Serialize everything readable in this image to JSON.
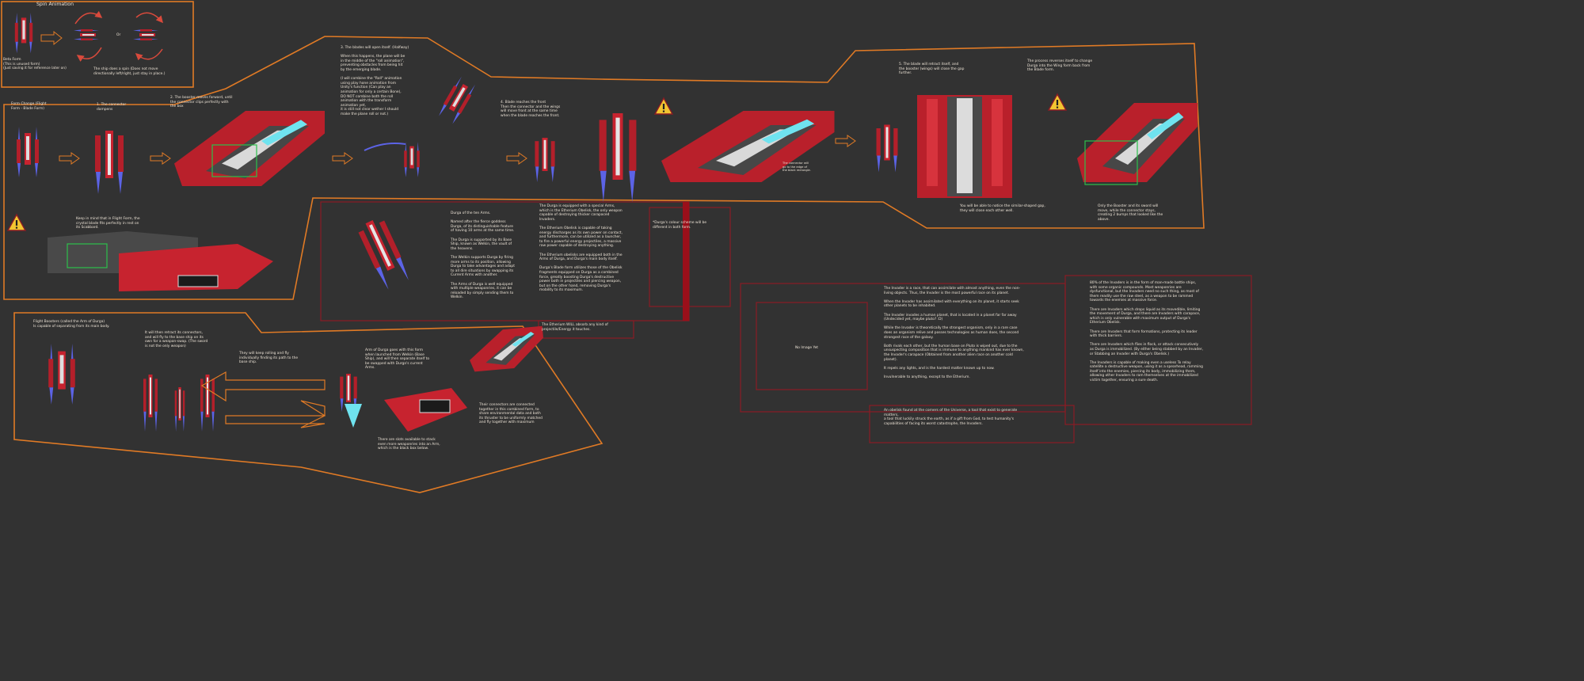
{
  "colors": {
    "background": "#323232",
    "orange_outline": "#e07a25",
    "red_outline": "#8a1c24",
    "ship_red": "#c7232f",
    "ship_blue": "#5c63e6",
    "ship_cyan": "#6fe3ef",
    "warn_yellow": "#f2c531",
    "green_outline": "#2cc04b"
  },
  "spin": {
    "title": "Spin Animation",
    "beta_form": "Beta Form\n(This is unused form)\n(Just saving it for reference later on)",
    "or": "Or",
    "spin_note": "The ship does a spin (Does not move\ndirectionally left/right, just stay in place.)"
  },
  "form_change": {
    "title": "Form Change (Flight\nForm - Blade Form)",
    "step1": "1. The connector\ndampens",
    "step2": "2. The booster moves forward, until\nthe connector clips perfectly with\nthe box",
    "step3": "3. The blades will open itself. (Halfway)\n\nWhen this happens, the plane will be\nin the middle of the \"roll animation\",\npreventing obstacles from being hit\nby the emerging blade.\n\n(I will combine the \"Roll\" animation\nusing play hone animation from\nUnity's function (Can play an\nanimation for only a certain Bone),\nDO NOT combine both the roll\nanimation with the transform\nanimation yet,\nit is still not clear wether I should\nmake the plane roll or not.)",
    "step4": "4. Blade reaches the front\nThen the connector and the wings\nwill move front at the same time\nwhen the blade reaches the front.",
    "connector_note": "The connector will\ngo to the edge of\nthe black rectangle.",
    "step5": "5. The blade will retract itself, and\nthe booster (wings) will close the gap\nfurther.",
    "process_reverse": "The process reverses itself to change\nDurga into the Wing form back from\nthe Blade form.",
    "gap_note": "You will be able to notice the similar-shaped gap,\nthey will close each other well.",
    "boosters_note": "Only the Booster and its sword will\nmove, while the connector stays,\ncreating 2 bumps that looked like the\nabove.",
    "flight_note": "Keep in mind that in Flight Form, the\ncrystal blade fits perfectly in rest on\nits Scabbard."
  },
  "arms_info": {
    "durga_col1": "Durga of the ten Arms.\n\nNamed after the fierce goddess\nDurga, of its distinguishable feature\nof having 10 arms at the same time.\n\nThe Durga is supported by its Base\nShip, known as Welkin, the vault of\nthe heavens.\n\nThe Welkin supports Durga by firing\nmore arms to its position, allowing\nDurga to take advantages and adapt\nto all dire situations by swapping its\nCurrent Arms with another.\n\nThe Arms of Durga is well equipped\nwith multiple weaponries, it can be\nreloaded by simply sending them to\nWelkin.",
    "durga_col2": "The Durga is equipped with a special Arms,\nwhich is the Etherium Obelisk, the only weapon\ncapable of destroying thicker carapaced\nInvaders.\n\nThe Etherium Obelisk is capable of taking\nenergy discharges as its own power on contact,\nand furthermore, can be utilized as a launcher,\nto fire a powerful energy projectiles, a massive\nraw power capable of destroying anything.\n\nThe Etherium obelisks are equipped both in the\nArms of Durga, and Durga's main body itself.\n\nDurga's Blade form utilizes those of the Obelisk\nfragments equipped on Durga as a combined\nforce, greatly boosting Durga's destructive\npower both in projectiles and piercing weapon,\nbut on the other hand, removing Durga's\nmobility to its maximum.",
    "etherium_absorb": "The Etherium WILL absorb any kind of\nprojectile/Energy it touches.",
    "color_scheme": "*Durga's colour scheme will be\ndifferent in both form."
  },
  "invaders": {
    "no_image": "No Image Yet",
    "col1": "The Invader is a race, that can assimilate with almost anything, even the non-\nliving objects. Thus, the Invader is the most powerful race on its planet.\n\nWhen the Invader has assimilated with everything on its planet, it starts seek\nother planets to be inhabited.\n\nThe Invader invades a human planet, that is located in a planet far far away\n(Undecided yet, maybe pluto? :D)\n\nWhile the Invader is theoretically the strongest organism, only in a rare case\ndoes an organism relive and posses technologies as human does, the second\nstrongest race of the galaxy.\n\nBoth rivals each other, but the human base on Pluto is wiped out, due to the\nunsuspecting composition that is immune to anything mankind has ever known,\nthe Invader's carapace (Obtained from another alien race on another cold\nplanet).\n\nIt repels any lights, and is the hardest matter known up to now.\n\nInvulnerable to anything, except to the Etherium.",
    "obelisk": "An obelisk found at the corners of the Universe, a tool that exist to generate\nmatters,\na tool that luckily struck the earth, as if a gift from God, to test humanity's\ncapabilities of facing its worst catastrophe, the Invaders.",
    "col2": "80% of the Invaders is in the form of man-made battle ships,\nwith some organic compounds. Most weaponries are\ndysfunctional, but the Invaders need no such thing, as most of\nthem readily use the raw steel, as a weapon to be rammed\ntowards the enemies at massive force.\n\nThere are Invaders which drops liquid as its movedible, limiting\nthe movement of Durga, and there are Invaders with carapace,\nwhich is only vulnerable with maximum output of Durga's\nEtherium Obelisk.\n\nThere are Invaders that form formations, protecting its leader\nwith thick barriers.\n\nThere are Invaders which flies in flock, or attack consecutively\nas Durga is immobilized. (By either being stabbed by an Invader,\nor Stabbing an Invader with Durga's Obelisk.)\n\nThe Invaders is capable of making even a useless To relay\nsatellite a destructive weapon, using it as a spearhead, ramming\nitself into the enemies, piercing its body, immobilizing them,\nallowing other Invaders to ram themselves at the immobilized\nvictim together, ensuring a sure death."
  },
  "boosters": {
    "flight_boosters": "Flight Boosters (called the Arm of Durga)\nIs capable of separating from its main body.",
    "retract": "It will then retract its connectors,\nand will fly to the base ship on its\nown for a weapon-swap. (The sword\nis not the only weapon)",
    "keep_rolling": "They will keep rolling and fly\nindividually finding its path to the\nbase ship.",
    "arm_goes": "Arm of Durga goes with this form\nwhen launched from Welkin (Base\nShip), and will then separate itself to\nbe swapped with Durga's current\nArms.",
    "connectors": "Their connectors are connected\ntogether in this combined form, to\nshare environmental data and both\nits thruster to be uniformly matched\nand fly together with maximum",
    "slots": "There are slots available to stack\neven more weaponries into an Arm,\nwhich is the black box below."
  }
}
